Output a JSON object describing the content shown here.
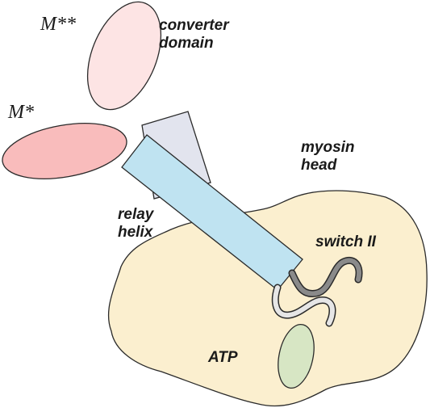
{
  "labels": {
    "m_double_star": "M**",
    "m_star": "M*",
    "converter_line1": "converter",
    "converter_line2": "domain",
    "myosin_line1": "myosin",
    "myosin_line2": "head",
    "relay_line1": "relay",
    "relay_line2": "helix",
    "switch_ii": "switch II",
    "atp": "ATP"
  },
  "colors": {
    "myosin_head": "#fbefcf",
    "converter_upper": "#fde4e4",
    "converter_lower": "#f9bcbc",
    "relay_helix": "#bfe3f1",
    "lever_gray": "#e2e4ee",
    "atp_site": "#d7e6c4",
    "switch_tube": "#e6e6e6",
    "outline": "#2a2a2a"
  }
}
